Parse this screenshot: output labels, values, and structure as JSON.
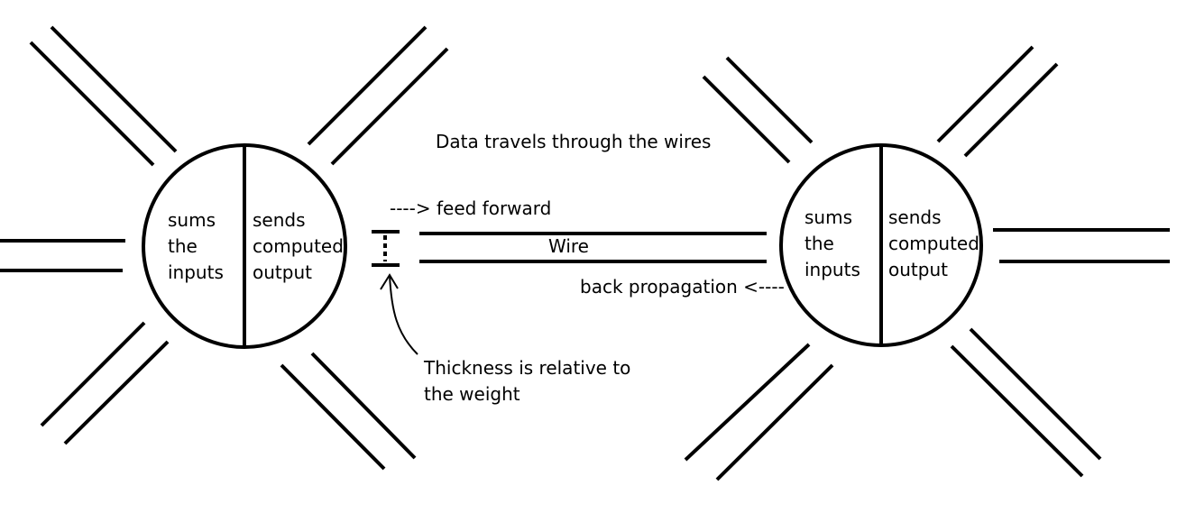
{
  "left_neuron": {
    "left_half": [
      "sums",
      "the",
      "inputs"
    ],
    "right_half": [
      "sends",
      "computed",
      "output"
    ]
  },
  "right_neuron": {
    "left_half": [
      "sums",
      "the",
      "inputs"
    ],
    "right_half": [
      "sends",
      "computed",
      "output"
    ]
  },
  "wire": {
    "title": "Data travels through the wires",
    "label": "Wire",
    "feed_forward": "----> feed forward",
    "back_propagation": "back propagation <----"
  },
  "weight_note": {
    "lines": [
      "Thickness is relative to",
      "the weight"
    ]
  },
  "colors": {
    "ink": "#000000",
    "background": "#ffffff"
  }
}
